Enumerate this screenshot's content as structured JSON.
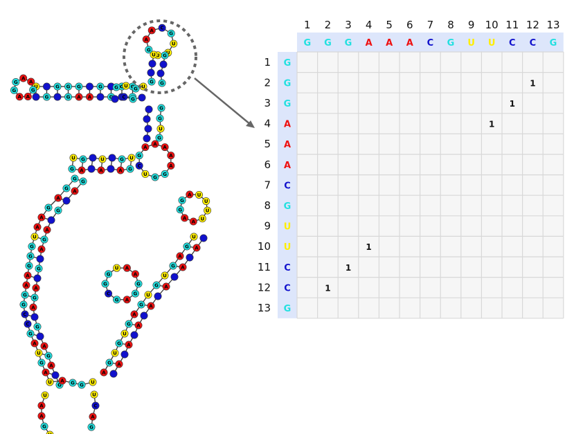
{
  "colors": {
    "G": "#22e0e0",
    "A": "#ee1111",
    "C": "#1111cc",
    "U": "#ffee00",
    "stem_node": "#1111cc",
    "link": "#333333",
    "grid_line": "#d8d8d8",
    "cell_bg": "#f6f6f6",
    "header_bg": "#dde6fb",
    "circle": "#666666",
    "arrow": "#666666"
  },
  "matrix": {
    "indices": [
      "1",
      "2",
      "3",
      "4",
      "5",
      "6",
      "7",
      "8",
      "9",
      "10",
      "11",
      "12",
      "13"
    ],
    "sequence": [
      "G",
      "G",
      "G",
      "A",
      "A",
      "A",
      "C",
      "G",
      "U",
      "U",
      "C",
      "C",
      "G"
    ],
    "pairs": [
      {
        "row": 2,
        "col": 12,
        "value": "1"
      },
      {
        "row": 3,
        "col": 11,
        "value": "1"
      },
      {
        "row": 4,
        "col": 10,
        "value": "1"
      },
      {
        "row": 10,
        "col": 4,
        "value": "1"
      },
      {
        "row": 11,
        "col": 3,
        "value": "1"
      },
      {
        "row": 12,
        "col": 2,
        "value": "1"
      }
    ]
  },
  "structure": {
    "hairpin_loop": [
      "G",
      "A",
      "A",
      "A",
      "C",
      "G",
      "U",
      "U"
    ],
    "left_arm": [
      "A",
      "A",
      "G",
      "G",
      "G",
      "C",
      "U",
      "U",
      "G",
      "C",
      "G",
      "U",
      "U",
      "G",
      "G",
      "U",
      "G"
    ],
    "left_arm_pair": [
      "G",
      "G",
      "G",
      "C",
      "A",
      "A",
      "G",
      "C",
      "U",
      "G",
      "C",
      "G",
      "U",
      "G",
      "C",
      "C"
    ]
  }
}
